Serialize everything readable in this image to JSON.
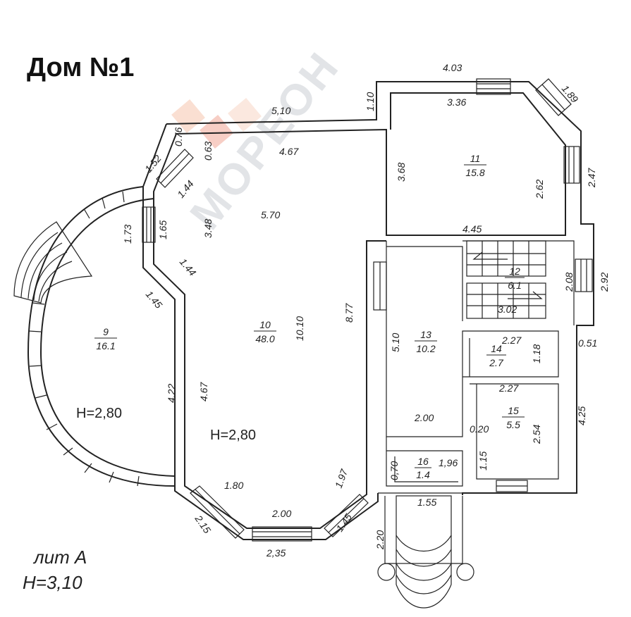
{
  "title": "Дом №1",
  "watermark": "МОРЕОН",
  "watermark_colors": [
    "#f0a37e",
    "#e7725a",
    "#9aa2ad"
  ],
  "lit_label": "лит  А",
  "height_total": "Н=3,10",
  "rooms": [
    {
      "number": "9",
      "area": "16.1",
      "height": "Н=2,80"
    },
    {
      "number": "10",
      "area": "48.0",
      "height": "Н=2,80"
    },
    {
      "number": "11",
      "area": "15.8"
    },
    {
      "number": "12",
      "area": "6.1"
    },
    {
      "number": "13",
      "area": "10.2"
    },
    {
      "number": "14",
      "area": "2.7"
    },
    {
      "number": "15",
      "area": "5.5"
    },
    {
      "number": "16",
      "area": "1.4"
    }
  ],
  "dimensions": {
    "top_5_10": "5,10",
    "top_4_03": "4.03",
    "d_1_89": "1.89",
    "d_1_10": "1.10",
    "d_3_36": "3.36",
    "d_0_76": "0.76",
    "d_0_63": "0.63",
    "d_4_67_top": "4.67",
    "d_1_52": "1.52",
    "d_1_44_a": "1.44",
    "d_3_68": "3.68",
    "d_2_62": "2.62",
    "d_2_47": "2.47",
    "d_1_73": "1.73",
    "d_1_65": "1.65",
    "d_3_48": "3.48",
    "d_5_70": "5.70",
    "d_4_45": "4.45",
    "d_1_44_b": "1.44",
    "d_1_45_a": "1.45",
    "d_2_08": "2.08",
    "d_2_92": "2.92",
    "d_3_02": "3.02",
    "d_8_77": "8.77",
    "d_10_10": "10.10",
    "d_5_10_v": "5.10",
    "d_2_27_a": "2.27",
    "d_1_18": "1.18",
    "d_0_51": "0.51",
    "d_4_22": "4.22",
    "d_4_67_b": "4.67",
    "d_2_27_b": "2.27",
    "d_4_25": "4.25",
    "d_2_00_a": "2.00",
    "d_0_20": "0.20",
    "d_2_54": "2.54",
    "d_1_15": "1.15",
    "d_0_70": "0,70",
    "d_1_96": "1,96",
    "d_1_80": "1.80",
    "d_1_97": "1.97",
    "d_2_00_b": "2.00",
    "d_2_15": "2.15",
    "d_1_45_b": "1.45",
    "d_1_55": "1.55",
    "d_2_35": "2,35",
    "d_2_20": "2.20"
  }
}
